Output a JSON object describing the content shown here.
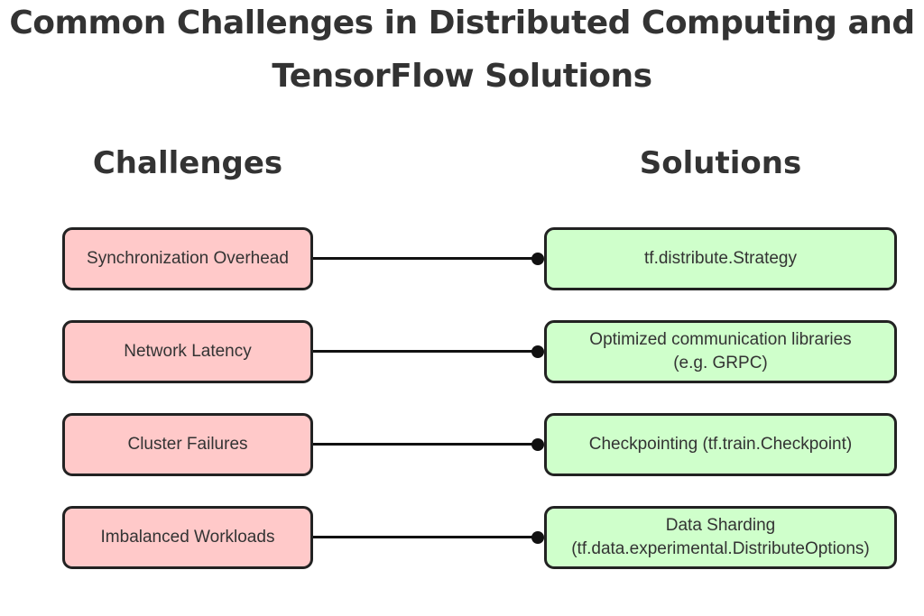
{
  "title": {
    "line1": "Common Challenges in Distributed Computing and",
    "line2": "TensorFlow Solutions"
  },
  "headings": {
    "challenges": "Challenges",
    "solutions": "Solutions"
  },
  "rows": [
    {
      "challenge": "Synchronization Overhead",
      "solution": "tf.distribute.Strategy"
    },
    {
      "challenge": "Network Latency",
      "solution_line1": "Optimized communication libraries",
      "solution_line2": "(e.g. GRPC)"
    },
    {
      "challenge": "Cluster Failures",
      "solution": "Checkpointing (tf.train.Checkpoint)"
    },
    {
      "challenge": "Imbalanced Workloads",
      "solution_line1": "Data Sharding",
      "solution_line2": "(tf.data.experimental.DistributeOptions)"
    }
  ],
  "colors": {
    "challenge_fill": "#ffc9c9",
    "solution_fill": "#cfffcb",
    "outline": "#222222",
    "text": "#333333"
  }
}
